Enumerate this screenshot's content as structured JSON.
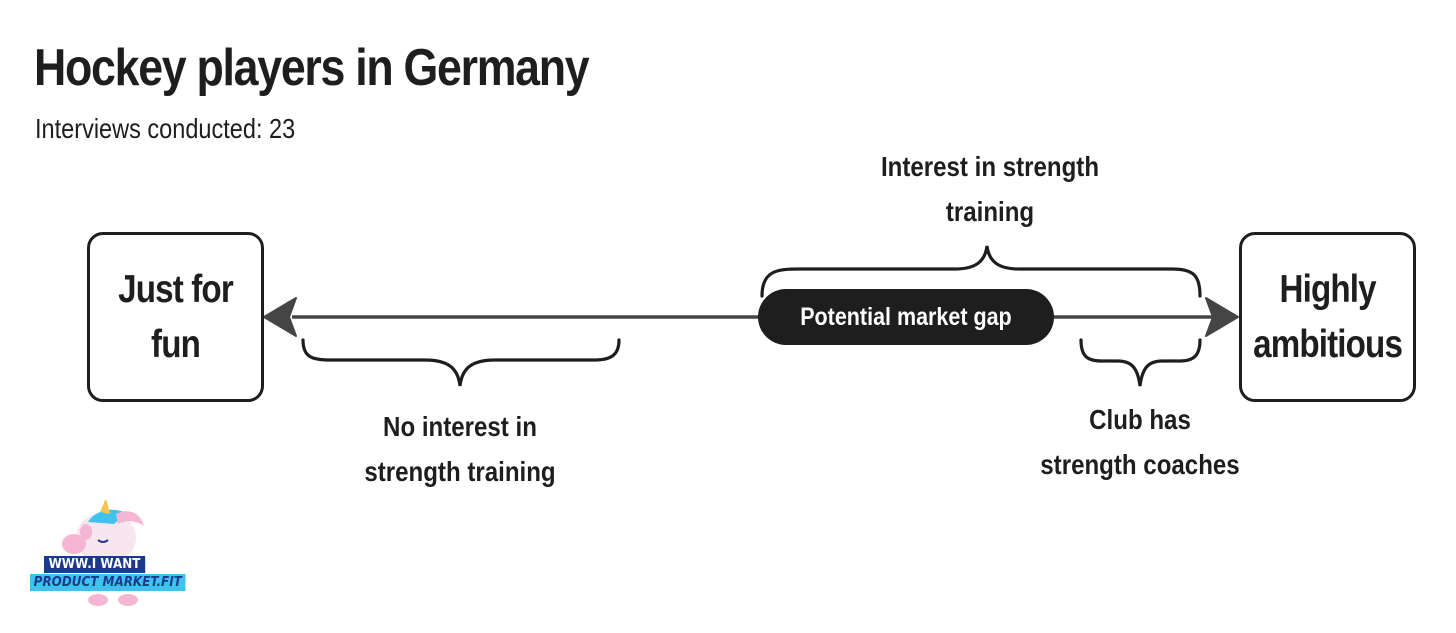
{
  "title": "Hockey players in Germany",
  "subtitle": "Interviews conducted: 23",
  "nodes": {
    "left": "Just for\nfun",
    "right": "Highly\nambitious"
  },
  "pill": "Potential market gap",
  "braces": {
    "top": "Interest in strength\ntraining",
    "bottom_left": "No interest in\nstrength training",
    "bottom_right": "Club has\nstrength coaches"
  },
  "logo": {
    "line1": "WWW.I WANT",
    "line2": "PRODUCT MARKET.FIT",
    "colors": {
      "navy": "#1a3a8c",
      "cyan": "#3fc3ee",
      "pink": "#f4b6d2"
    }
  }
}
